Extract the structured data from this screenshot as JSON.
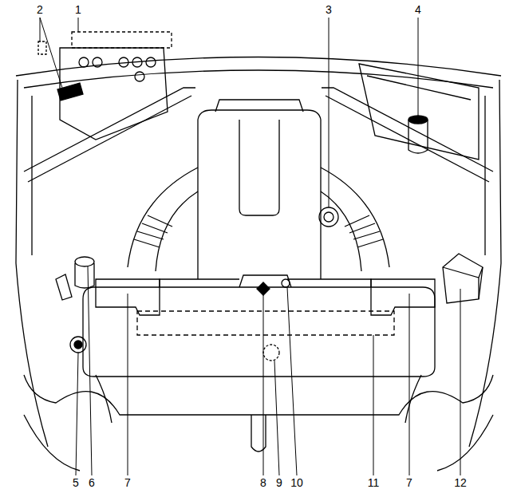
{
  "diagram": {
    "labels": [
      "2",
      "1",
      "3",
      "4",
      "5",
      "6",
      "7",
      "8",
      "9",
      "10",
      "11",
      "7",
      "12"
    ]
  }
}
